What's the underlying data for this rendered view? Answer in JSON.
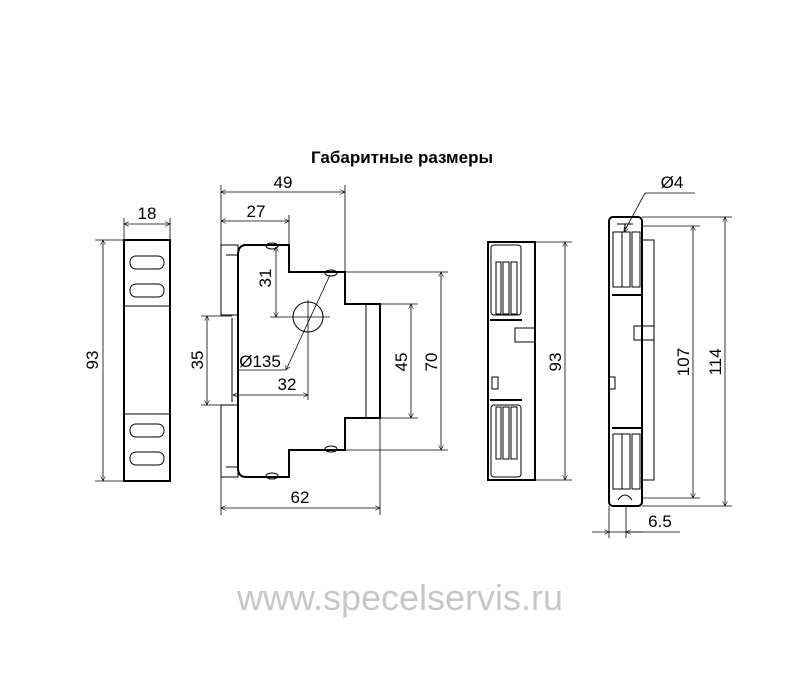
{
  "title": "Габаритные размеры",
  "watermark": "www.specelservis.ru",
  "dimensions": {
    "front_width": "18",
    "front_height": "93",
    "side_depth_top": "49",
    "side_depth_screw": "27",
    "side_screw_v": "31",
    "side_din": "35",
    "side_hole": "Ø135",
    "side_hole_offset": "32",
    "side_front_h": "45",
    "side_mid_h": "70",
    "side_total_depth": "62",
    "rear_height": "93",
    "right_hole": "Ø4",
    "right_inner_h": "107",
    "right_total_h": "114",
    "right_offset": "6.5"
  }
}
